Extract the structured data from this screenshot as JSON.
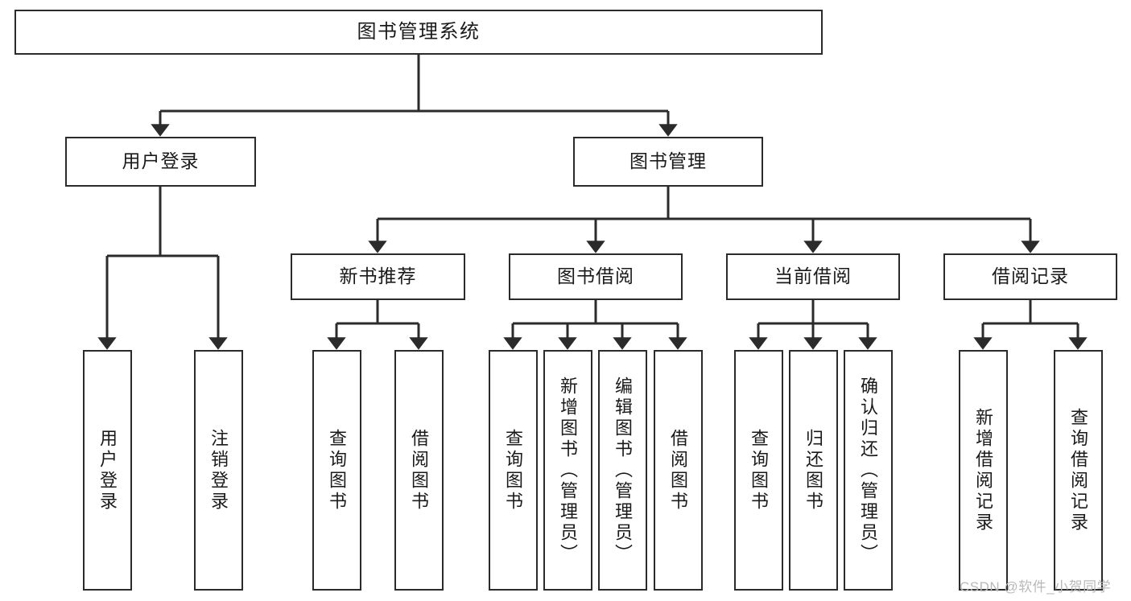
{
  "diagram": {
    "type": "hierarchy-tree",
    "title": "图书管理系统",
    "watermark": "CSDN @软件_小贺同学",
    "colors": {
      "stroke": "#2b2b2b",
      "fill": "#ffffff",
      "text": "#1a1a1a",
      "watermark": "#b9b9b9"
    },
    "nodes": {
      "root": {
        "label": "图书管理系统",
        "orientation": "horizontal"
      },
      "l1": [
        {
          "label": "用户登录",
          "orientation": "horizontal"
        },
        {
          "label": "图书管理",
          "orientation": "horizontal"
        }
      ],
      "l2": [
        {
          "label": "新书推荐",
          "orientation": "horizontal"
        },
        {
          "label": "图书借阅",
          "orientation": "horizontal"
        },
        {
          "label": "当前借阅",
          "orientation": "horizontal"
        },
        {
          "label": "借阅记录",
          "orientation": "horizontal"
        }
      ],
      "leaves_user_login": [
        {
          "label": "用户登录",
          "orientation": "vertical"
        },
        {
          "label": "注销登录",
          "orientation": "vertical"
        }
      ],
      "leaves_new_book": [
        {
          "label": "查询图书",
          "orientation": "vertical"
        },
        {
          "label": "借阅图书",
          "orientation": "vertical"
        }
      ],
      "leaves_borrow": [
        {
          "label": "查询图书",
          "orientation": "vertical"
        },
        {
          "label": "新增图书（管理员）",
          "orientation": "vertical"
        },
        {
          "label": "编辑图书（管理员）",
          "orientation": "vertical"
        },
        {
          "label": "借阅图书",
          "orientation": "vertical"
        }
      ],
      "leaves_current": [
        {
          "label": "查询图书",
          "orientation": "vertical"
        },
        {
          "label": "归还图书",
          "orientation": "vertical"
        },
        {
          "label": "确认归还（管理员）",
          "orientation": "vertical"
        }
      ],
      "leaves_record": [
        {
          "label": "新增借阅记录",
          "orientation": "vertical"
        },
        {
          "label": "查询借阅记录",
          "orientation": "vertical"
        }
      ]
    }
  }
}
